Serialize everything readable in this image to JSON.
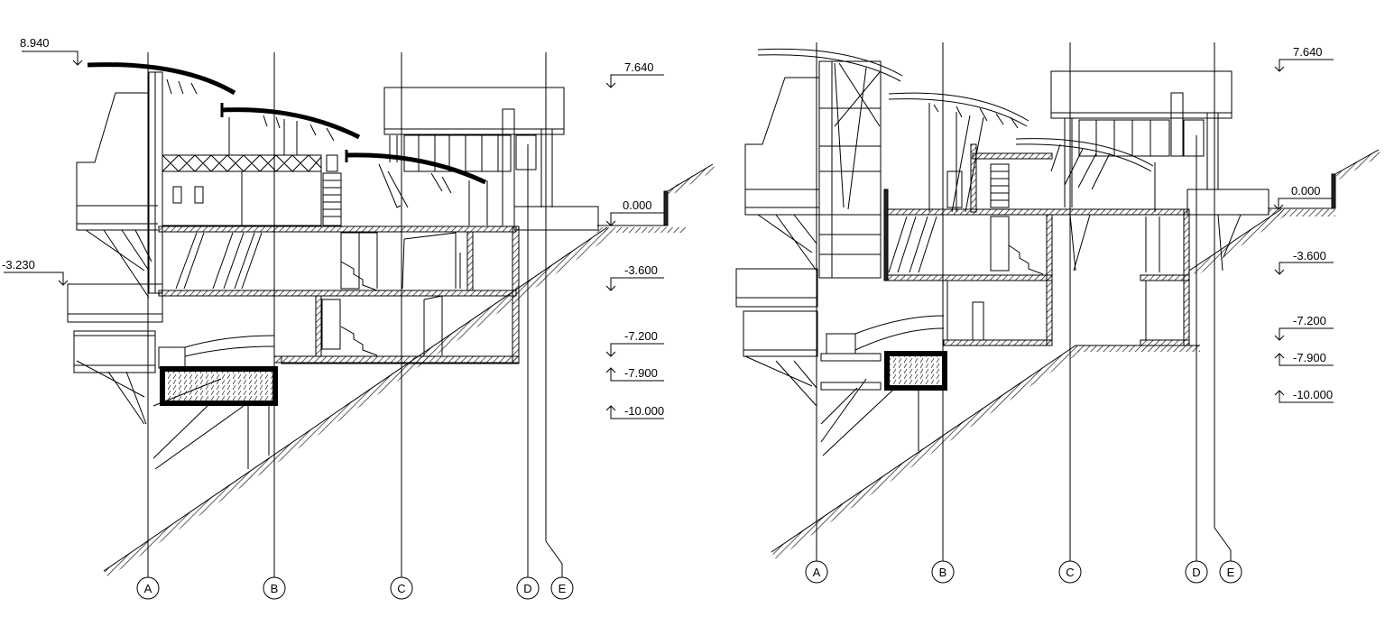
{
  "left_section": {
    "levels": {
      "roof_top": "8.940",
      "roof": "7.640",
      "ground": "0.000",
      "lower_terrace": "-3.230",
      "floor_1": "-3.600",
      "floor_2": "-7.200",
      "floor_3": "-7.900",
      "foundation": "-10.000"
    },
    "axes": [
      "A",
      "B",
      "C",
      "D",
      "E"
    ]
  },
  "right_section": {
    "levels": {
      "roof": "7.640",
      "ground": "0.000",
      "floor_1": "-3.600",
      "floor_2": "-7.200",
      "floor_3": "-7.900",
      "foundation": "-10.000"
    },
    "axes": [
      "A",
      "B",
      "C",
      "D",
      "E"
    ]
  },
  "colors": {
    "line": "#000000",
    "hatch": "#1a1a1a",
    "background": "#ffffff"
  }
}
